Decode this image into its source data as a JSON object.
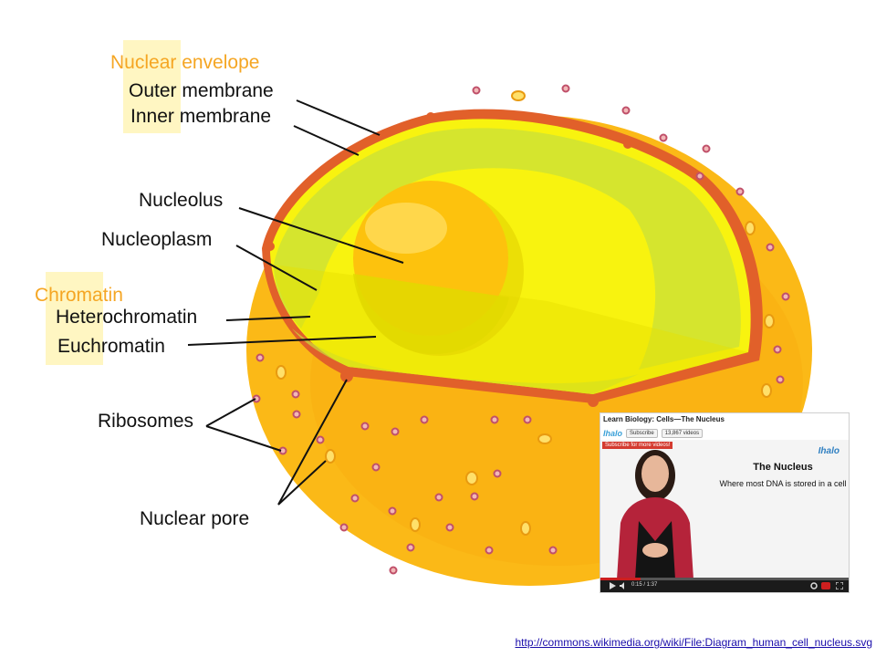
{
  "labels": {
    "nuclear_envelope": "Nuclear envelope",
    "outer_membrane": "Outer membrane",
    "inner_membrane": "Inner membrane",
    "nucleolus": "Nucleolus",
    "nucleoplasm": "Nucleoplasm",
    "chromatin": "Chromatin",
    "heterochromatin": "Heterochromatin",
    "euchromatin": "Euchromatin",
    "ribosomes": "Ribosomes",
    "nuclear_pore": "Nuclear pore"
  },
  "colors": {
    "cell_orange": "#fbb917",
    "nucleus_yellow": "#f6ef0e",
    "membrane_red": "#e1602a",
    "chromatin_green": "#c9e03a",
    "highlight_box": "#fff6c2",
    "group_label_orange": "#f5a623"
  },
  "video": {
    "title": "Learn Biology: Cells—The Nucleus",
    "brand": "Ihalo",
    "subscribe_label": "Subscribe",
    "video_count": "13,867 videos",
    "subscribe_prompt": "Subscribe for more videos!",
    "brand_logo": "Ihalo",
    "heading": "The Nucleus",
    "subheading": "Where most DNA is stored in a cell",
    "time": "0:15 / 1:37",
    "progress": 0.16
  },
  "source_link": "http://commons.wikimedia.org/wiki/File:Diagram_human_cell_nucleus.svg"
}
